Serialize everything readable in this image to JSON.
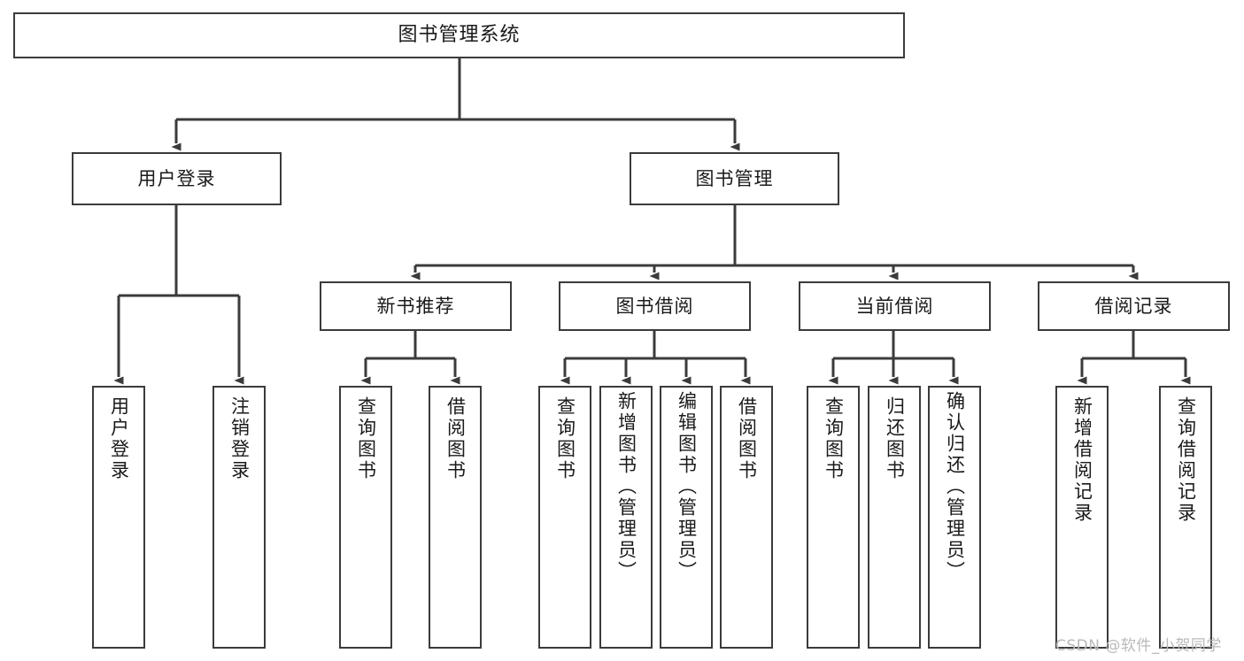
{
  "diagram": {
    "type": "tree",
    "title": "图书管理系统",
    "orientation": "top-down",
    "colors": {
      "stroke": "#3b3b3b",
      "fill": "#ffffff",
      "text": "#1a1a1a",
      "watermark": "#b9b9b9"
    }
  },
  "nodes": {
    "root": {
      "label": "图书管理系统"
    },
    "level2": [
      {
        "label": "用户登录"
      },
      {
        "label": "图书管理"
      }
    ],
    "level3": [
      {
        "label": "新书推荐"
      },
      {
        "label": "图书借阅"
      },
      {
        "label": "当前借阅"
      },
      {
        "label": "借阅记录"
      }
    ],
    "leaves": {
      "user_login": [
        {
          "label": "用户登录"
        },
        {
          "label": "注销登录"
        }
      ],
      "new_book": [
        {
          "label": "查询图书"
        },
        {
          "label": "借阅图书"
        }
      ],
      "book_borrow": [
        {
          "label": "查询图书"
        },
        {
          "label": "新增图书（管理员）"
        },
        {
          "label": "编辑图书（管理员）"
        },
        {
          "label": "借阅图书"
        }
      ],
      "current_borrow": [
        {
          "label": "查询图书"
        },
        {
          "label": "归还图书"
        },
        {
          "label": "确认归还（管理员）"
        }
      ],
      "borrow_record": [
        {
          "label": "新增借阅记录"
        },
        {
          "label": "查询借阅记录"
        }
      ]
    }
  },
  "watermark": {
    "text": "CSDN @软件_小贺同学"
  }
}
